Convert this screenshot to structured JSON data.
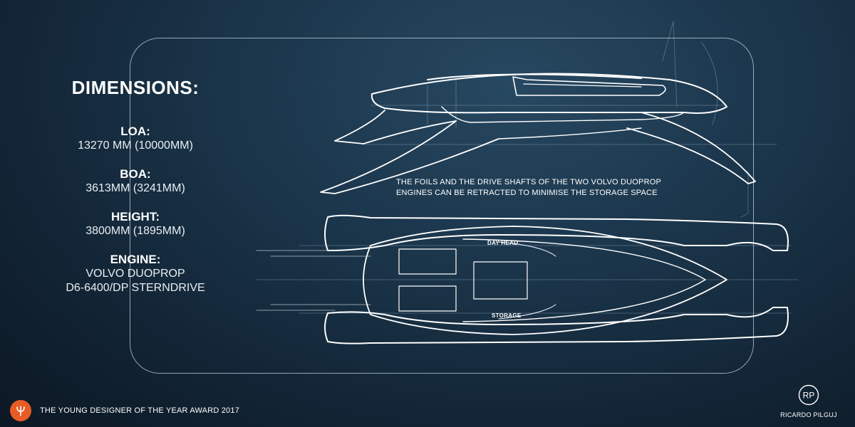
{
  "specs": {
    "title": "DIMENSIONS:",
    "items": [
      {
        "label": "LOA:",
        "lines": [
          "13270 MM (10000MM)"
        ]
      },
      {
        "label": "BOA:",
        "lines": [
          "3613MM (3241MM)"
        ]
      },
      {
        "label": "HEIGHT:",
        "lines": [
          "3800MM (1895MM)"
        ]
      },
      {
        "label": "ENGINE:",
        "lines": [
          "VOLVO DUOPROP",
          "D6-6400/DP STERNDRIVE"
        ]
      }
    ]
  },
  "note": {
    "line1": "THE FOILS AND THE DRIVE SHAFTS OF THE TWO VOLVO DUOPROP",
    "line2": "ENGINES CAN BE RETRACTED TO MINIMISE THE STORAGE SPACE"
  },
  "callouts": {
    "day_head": "DAY HEAD",
    "storage": "STORAGE"
  },
  "footer": {
    "award_text": "THE YOUNG DESIGNER OF THE YEAR AWARD 2017",
    "award_logo_icon": "trident-icon",
    "award_color": "#e85b25",
    "designer_monogram": "RP",
    "designer_name": "RICARDO PILGUJ"
  },
  "colors": {
    "background_top": "#274861",
    "background_bottom": "#0c1824",
    "line": "#ffffff"
  }
}
